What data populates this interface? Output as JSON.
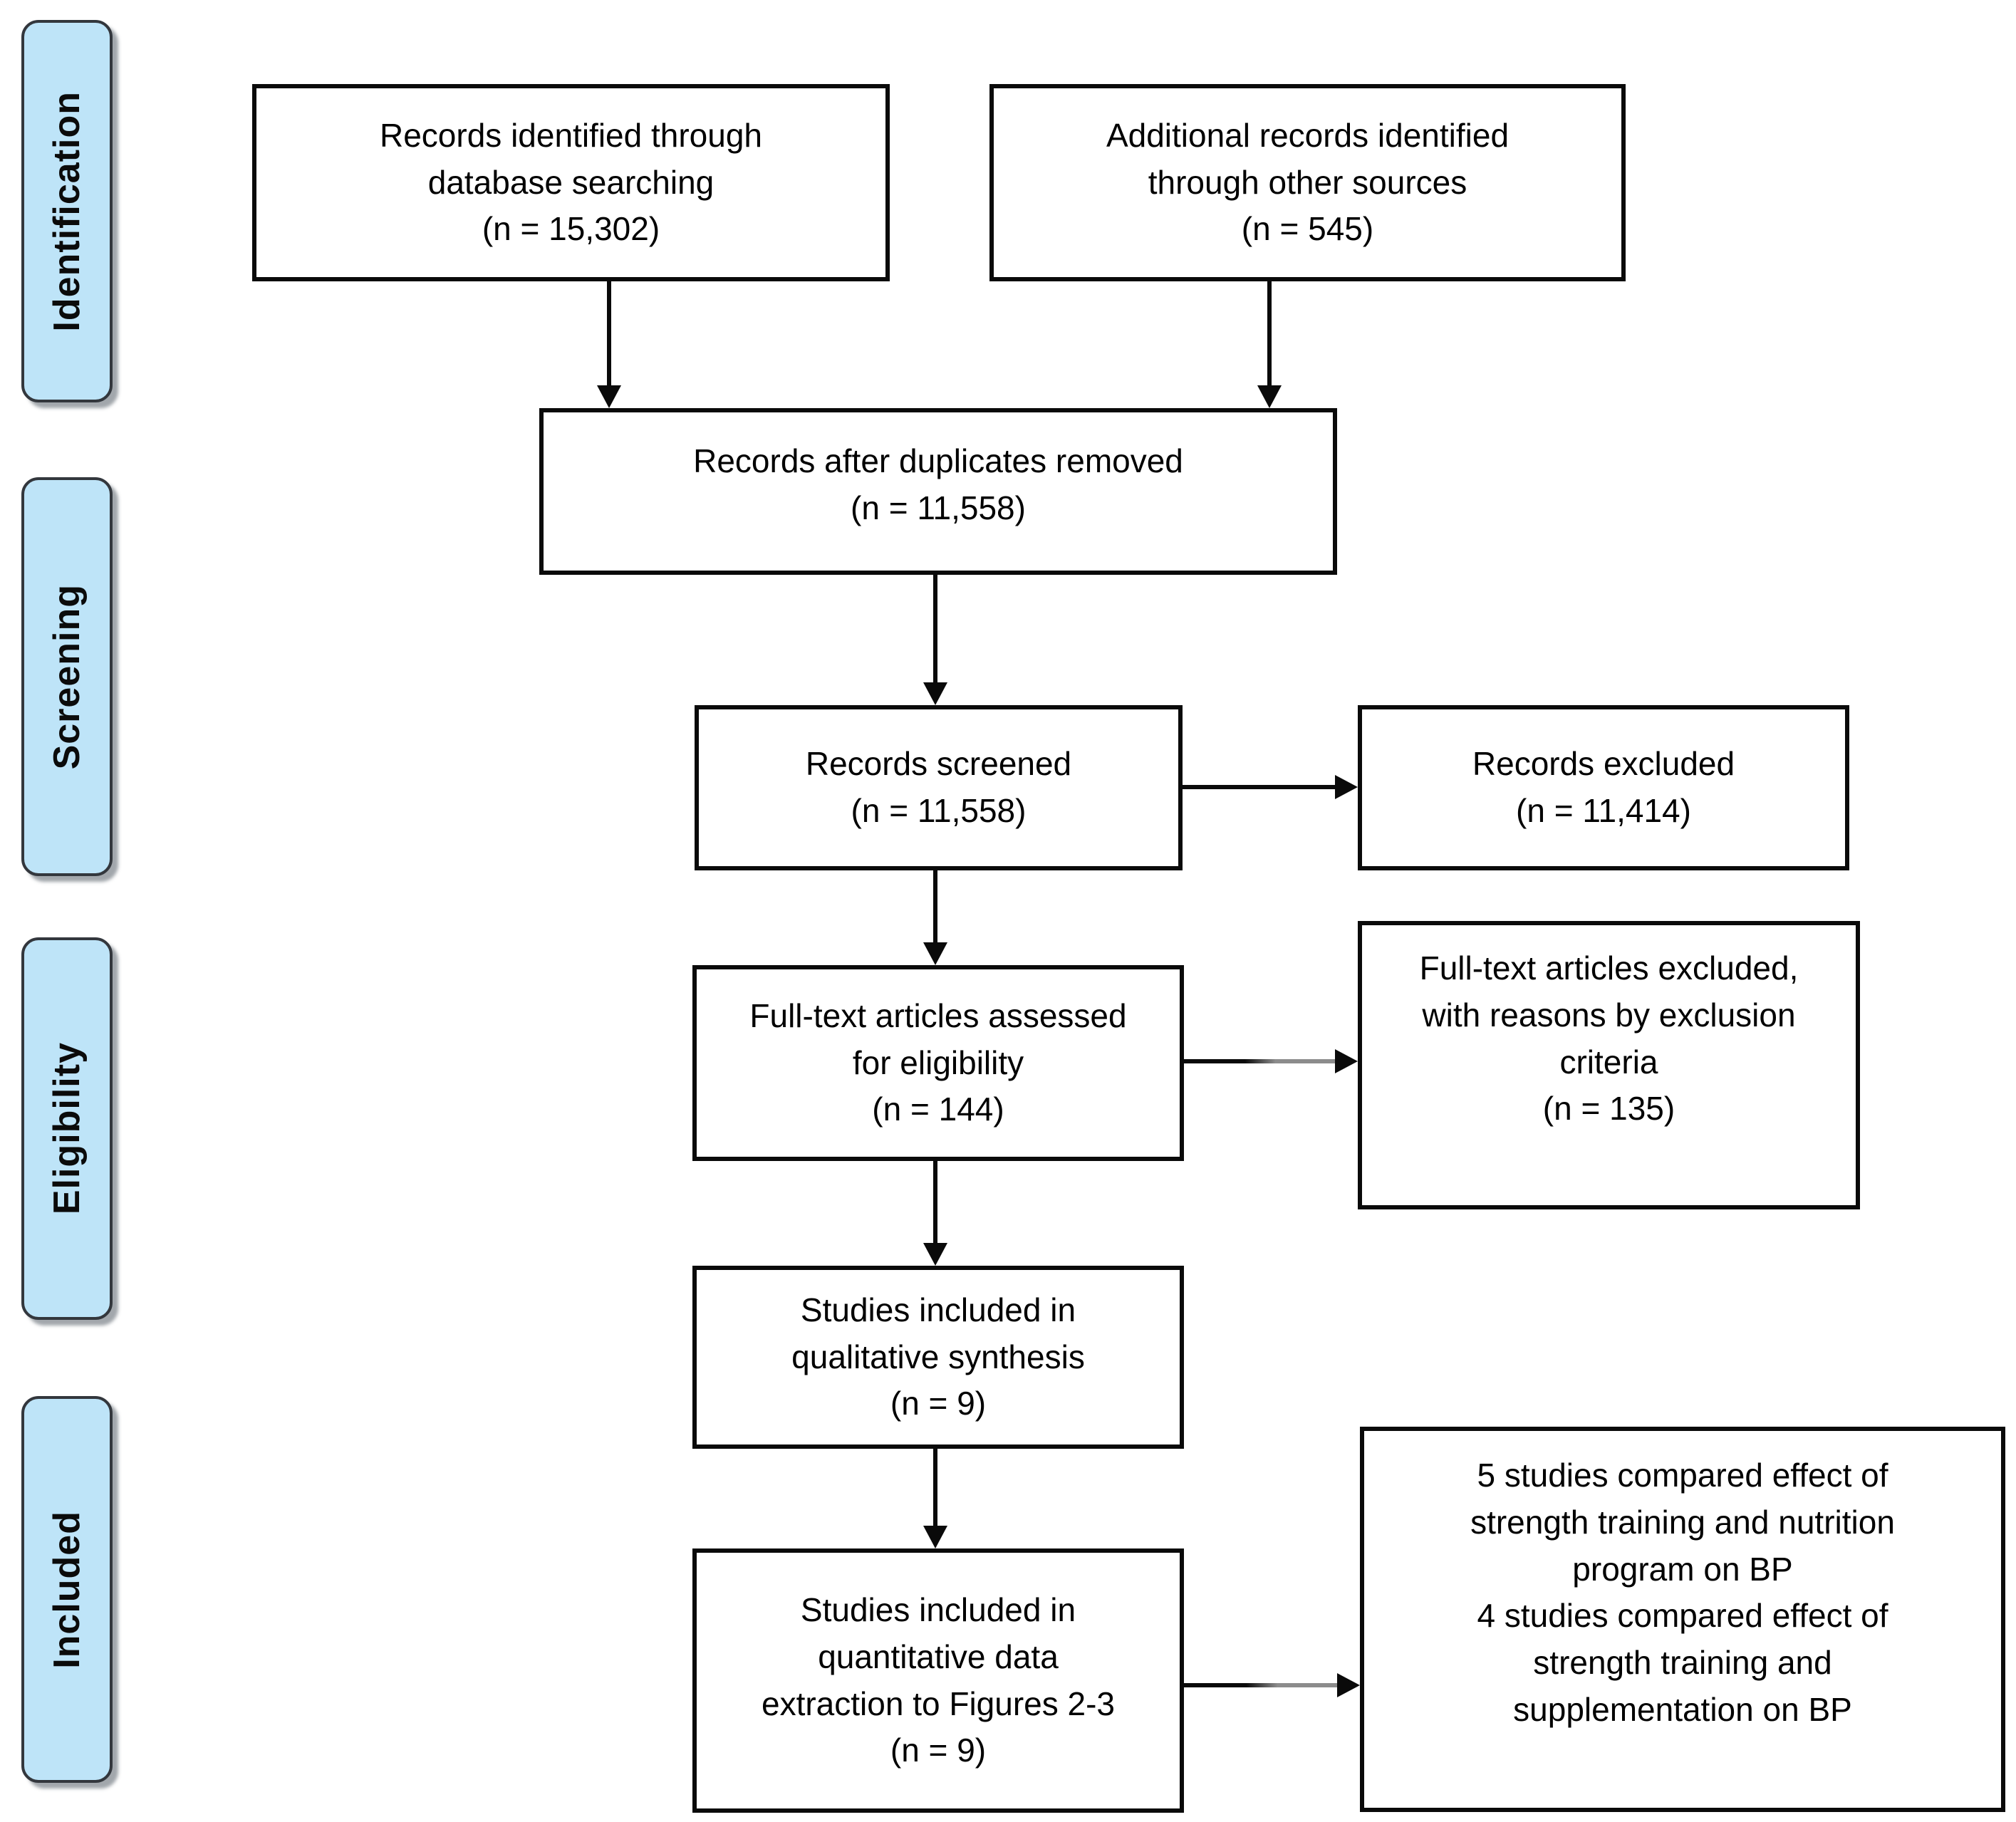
{
  "figure": {
    "kind": "PRISMA flow diagram",
    "colors": {
      "stage_fill": "#BEE4F8",
      "stage_border": "#33373D",
      "box_border": "#0A0A0A",
      "arrow": "#0A0A0A",
      "text": "#000000",
      "background": "#FFFFFF"
    },
    "stages": [
      {
        "id": "identification",
        "label": "Identification"
      },
      {
        "id": "screening",
        "label": "Screening"
      },
      {
        "id": "eligibility",
        "label": "Eligibility"
      },
      {
        "id": "included",
        "label": "Included"
      }
    ],
    "nodes": {
      "records_identified": {
        "text": "Records identified through\ndatabase searching\n(n = 15,302)",
        "n": "15,302"
      },
      "additional_records": {
        "text": "Additional records identified\nthrough other sources\n(n = 545)",
        "n": "545"
      },
      "duplicates_removed": {
        "text": "Records after duplicates removed\n(n = 11,558)",
        "n": "11,558"
      },
      "records_screened": {
        "text": "Records screened\n(n = 11,558)",
        "n": "11,558"
      },
      "records_excluded": {
        "text": "Records excluded\n(n = 11,414)",
        "n": "11,414"
      },
      "fulltext_assessed": {
        "text": "Full-text articles assessed\nfor eligibility\n(n = 144)",
        "n": "144"
      },
      "fulltext_excluded": {
        "text": "Full-text articles excluded,\nwith reasons by exclusion\ncriteria\n(n = 135)",
        "n": "135"
      },
      "qualitative_synthesis": {
        "text": "Studies included in\nqualitative synthesis\n(n = 9)",
        "n": "9"
      },
      "quantitative_extraction": {
        "text": "Studies included in\nquantitative data\nextraction to Figures 2-3\n(n = 9)",
        "n": "9"
      },
      "comparison_summary": {
        "text": "5 studies compared effect of\nstrength training and nutrition\nprogram on BP\n4 studies compared effect of\nstrength training and\nsupplementation on BP"
      }
    }
  }
}
